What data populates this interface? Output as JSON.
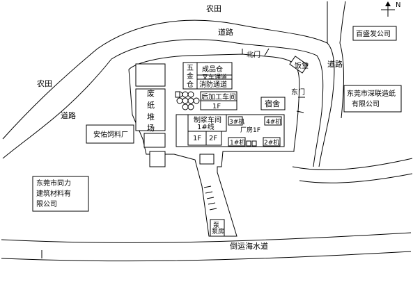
{
  "labels": {
    "farmland_top": "农田",
    "farmland_left": "农田",
    "road_top": "道路",
    "road_right": "道路",
    "road_left": "道路",
    "north_gate": "北门",
    "east_gate": "东门",
    "canteen": "饭堂",
    "dormitory": "宿舍",
    "finished_goods": "成品仓",
    "hardware_1": "五",
    "hardware_2": "金",
    "hardware_3": "仓",
    "truck_lane": "叉车通道",
    "fire_lane": "消防通道",
    "post_workshop": "后加工车间",
    "post_workshop_floor": "1F",
    "waste_1": "废",
    "waste_2": "纸",
    "waste_3": "堆",
    "waste_4": "场",
    "pulp_workshop": "制浆车间",
    "line_1": "1#线",
    "floor_1f": "1F",
    "floor_2f": "2F",
    "machine_3": "3#机",
    "machine_4": "4#机",
    "plant_1f": "厂房1F",
    "machine_1": "1#机",
    "machine_2": "2#机",
    "pump_room": "泵房",
    "canal": "倒运海水道",
    "baishengfa": "百盛发公司",
    "shenlian_1": "东莞市深联造纸",
    "shenlian_2": "有限公司",
    "anyou": "安佑饲料厂",
    "tongli_1": "东莞市同力",
    "tongli_2": "建筑材料有",
    "tongli_3": "限公司",
    "north_arrow": "N"
  }
}
